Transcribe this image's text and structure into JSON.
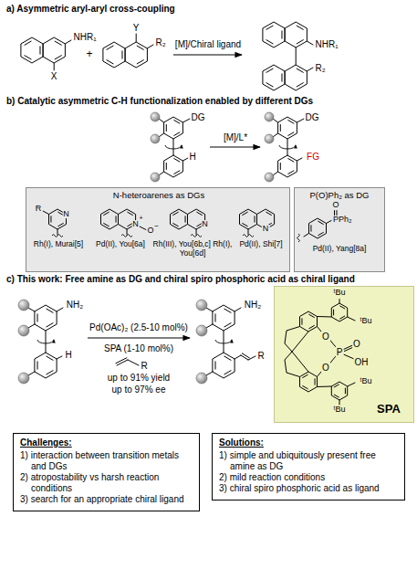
{
  "diagram": {
    "nodes": [
      {
        "text": [
          "N-heteroarenes  as DGs",
          "Rh(I), Murai[5]",
          "Pd(II), You[6a]",
          "Rh(III), You[6b,c] Rh(I), You[6d]",
          "Pd(II), Shi[7]"
        ]
      },
      {
        "text": [
          "P(O)Ph₂ as DG",
          "Pd(II), Yang[8a]"
        ]
      },
      {
        "text": [
          "SPA"
        ]
      },
      {
        "text": [
          "Challenges:",
          "1) interaction between transition metals and DGs",
          "2) atropostability vs harsh reaction conditions",
          "3) search for an appropriate chiral ligand"
        ]
      },
      {
        "text": [
          "Solutions:",
          "1) simple and ubiquitously present free amine as DG",
          "2) mild reaction conditions",
          "3) chiral spiro phosphoric acid as ligand"
        ]
      }
    ],
    "labels": [
      "a) Asymmetric aryl-aryl cross-coupling",
      "X",
      "NHR₁",
      "+",
      "Y",
      "R₂",
      "[M]/Chiral ligand",
      "NHR₁",
      "R₂",
      "b) Catalytic asymmetric C-H functionalization enabled by different DGs",
      "DG",
      "H",
      "[M]/L*",
      "DG",
      "FG",
      "N",
      "R",
      "N",
      "+",
      "O",
      "−",
      "N",
      "N",
      "O",
      "PPh₂",
      "c) This work: Free amine as DG and chiral spiro phosphoric acid as chiral ligand",
      "NH₂",
      "H",
      "Pd(OAc)₂ (2.5-10 mol%)",
      "SPA (1-10 mol%)",
      "R",
      "up to 91% yield",
      "up to 97% ee",
      "NH₂",
      "R",
      "O",
      "O",
      "P",
      "O",
      "OH",
      "ᵗBu",
      "ᵗBu",
      "ᵗBu",
      "ᵗBu"
    ]
  }
}
